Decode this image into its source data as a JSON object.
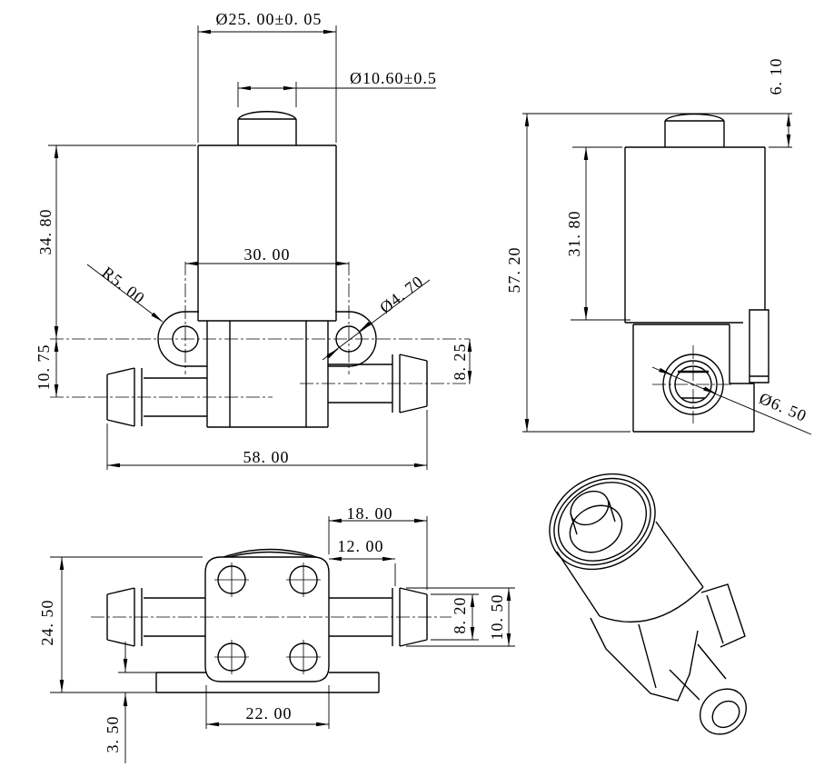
{
  "colors": {
    "line": "#000000",
    "background": "#ffffff"
  },
  "dimensions": {
    "front_view": {
      "coil_diameter": "Ø25. 00±0. 05",
      "cap_diameter": "Ø10.60±0.5",
      "coil_height": "34. 80",
      "mount_hole_spacing": "30. 00",
      "ear_radius": "R5. 00",
      "mount_hole_diameter": "Ø4. 70",
      "inlet_offset": "10. 75",
      "outlet_offset": "8. 25",
      "overall_width": "58. 00"
    },
    "side_view": {
      "cap_height": "6. 10",
      "overall_height": "57. 20",
      "coil_height": "31. 80",
      "port_diameter": "Ø6. 50"
    },
    "bottom_view": {
      "barb_total_length": "18. 00",
      "barb_neck_length": "12. 00",
      "body_depth": "24. 50",
      "barb_tip_diameter": "8. 20",
      "barb_max_diameter": "10. 50",
      "body_width": "22. 00",
      "bracket_thickness": "3. 50"
    }
  }
}
